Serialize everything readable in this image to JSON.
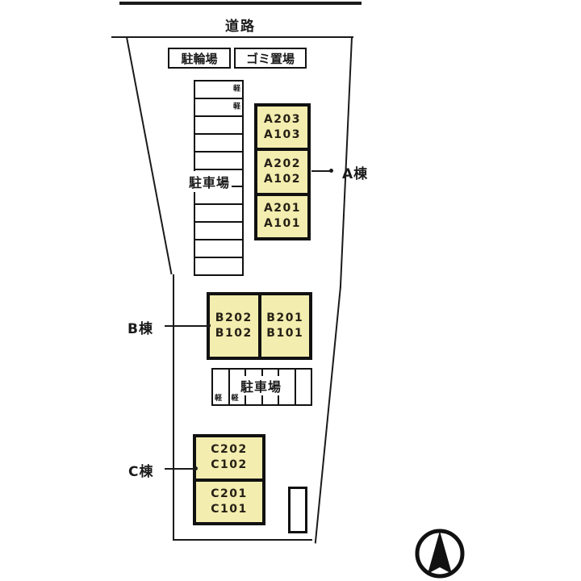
{
  "site": {
    "road_label": "道路",
    "north_marker": "north-arrow"
  },
  "facilities": [
    {
      "name": "bicycle-parking",
      "label": "駐輪場"
    },
    {
      "name": "garbage-area",
      "label": "ゴミ置場"
    }
  ],
  "parking_lots": [
    {
      "name": "parking-lot-upper",
      "label": "駐車場",
      "orientation": "vertical",
      "stall_count": 11,
      "kei_marker": "軽",
      "kei_stalls": [
        1,
        2
      ]
    },
    {
      "name": "parking-lot-lower",
      "label": "駐車場",
      "orientation": "horizontal",
      "stall_count": 6,
      "kei_marker": "軽",
      "kei_stalls": [
        1,
        2
      ]
    }
  ],
  "buildings": [
    {
      "name": "building-a",
      "label": "A棟",
      "orientation": "vertical",
      "units": [
        {
          "upper": "A203",
          "lower": "A103"
        },
        {
          "upper": "A202",
          "lower": "A102"
        },
        {
          "upper": "A201",
          "lower": "A101"
        }
      ]
    },
    {
      "name": "building-b",
      "label": "B棟",
      "orientation": "horizontal",
      "units": [
        {
          "upper": "B202",
          "lower": "B102"
        },
        {
          "upper": "B201",
          "lower": "B101"
        }
      ]
    },
    {
      "name": "building-c",
      "label": "C棟",
      "orientation": "vertical",
      "units": [
        {
          "upper": "C202",
          "lower": "C102"
        },
        {
          "upper": "C201",
          "lower": "C101"
        }
      ]
    }
  ],
  "colors": {
    "unit_fill": "#f3edaf",
    "ink": "#1a1a1a",
    "background": "#ffffff"
  }
}
